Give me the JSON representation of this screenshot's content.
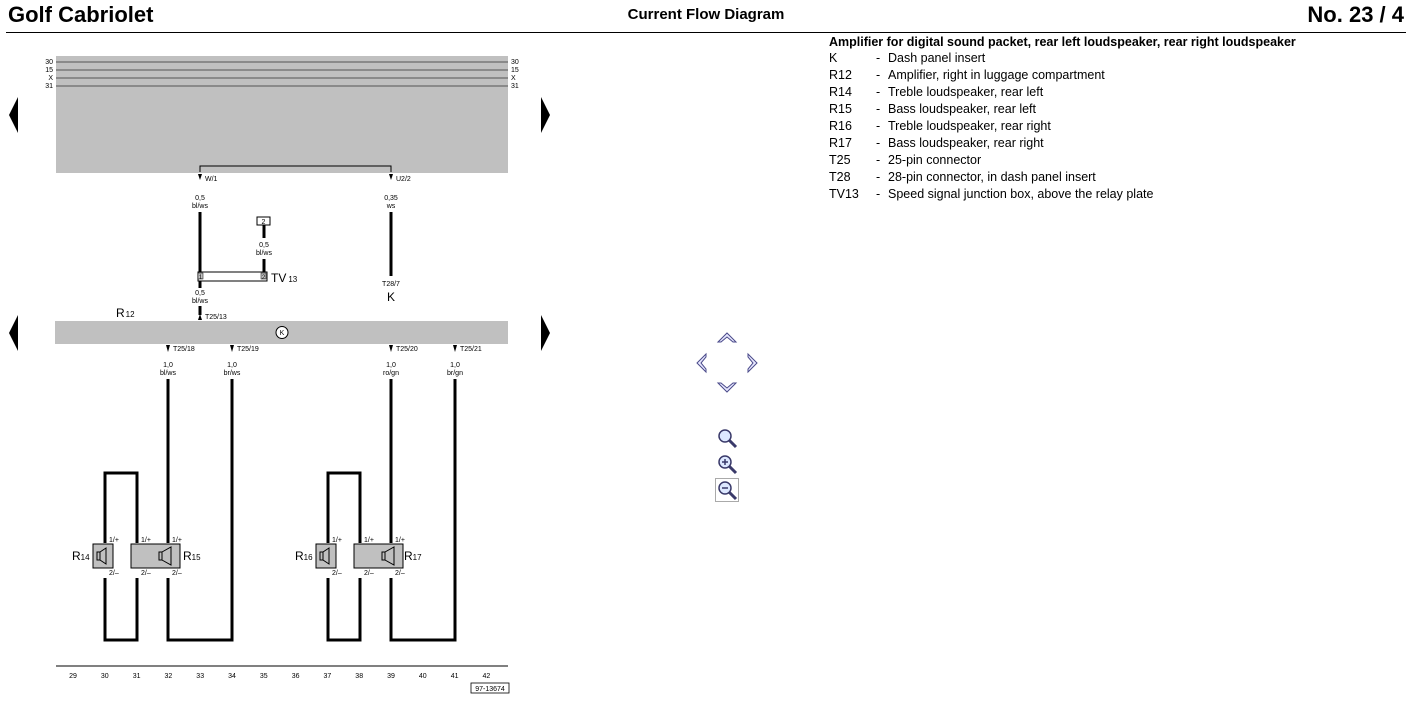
{
  "header": {
    "title": "Golf Cabriolet",
    "subtitle": "Current Flow Diagram",
    "number": "No.  23 / 4"
  },
  "legend": {
    "title": "Amplifier for digital sound packet, rear left loudspeaker, rear right loudspeaker",
    "items": [
      {
        "code": "K",
        "desc": "Dash panel insert"
      },
      {
        "code": "R12",
        "desc": "Amplifier, right in luggage compartment"
      },
      {
        "code": "R14",
        "desc": "Treble loudspeaker, rear left"
      },
      {
        "code": "R15",
        "desc": "Bass loudspeaker, rear left"
      },
      {
        "code": "R16",
        "desc": "Treble loudspeaker, rear right"
      },
      {
        "code": "R17",
        "desc": "Bass loudspeaker, rear right"
      },
      {
        "code": "T25",
        "desc": "25-pin connector"
      },
      {
        "code": "T28",
        "desc": "28-pin connector, in dash panel insert"
      },
      {
        "code": "TV13",
        "desc": "Speed signal junction box, above the relay plate"
      }
    ]
  },
  "diagram": {
    "bus_labels": [
      "30",
      "15",
      "X",
      "31"
    ],
    "upper": {
      "w1": {
        "pin": "W/1",
        "size": "0,5",
        "color": "bl/ws"
      },
      "u22": {
        "pin": "U2/2",
        "size": "0,35",
        "color": "ws"
      },
      "tv_box": "2",
      "tv_wire": {
        "size": "0,5",
        "color": "bl/ws"
      },
      "tv_pin_left": "1",
      "tv_pin_right": "2",
      "tv_label": "TV",
      "tv_sub": "13",
      "k_pin": "T28/7",
      "k_label": "K"
    },
    "r12": {
      "label": "R",
      "sub": "12",
      "in_wire": {
        "size": "0,5",
        "color": "bl/ws"
      },
      "in_pin": "T25/13",
      "ground_symbol": "K"
    },
    "outputs": [
      {
        "pin": "T25/18",
        "size": "1,0",
        "color": "bl/ws"
      },
      {
        "pin": "T25/19",
        "size": "1,0",
        "color": "br/ws"
      },
      {
        "pin": "T25/20",
        "size": "1,0",
        "color": "ro/gn"
      },
      {
        "pin": "T25/21",
        "size": "1,0",
        "color": "br/gn"
      }
    ],
    "speakers": [
      {
        "label": "R",
        "sub": "14",
        "pin_top": "1/+",
        "pin_bottom": "2/–"
      },
      {
        "label": "R",
        "sub": "15",
        "pin_top": "1/+",
        "pin_bottom": "2/–",
        "pin_top2": "1/+",
        "pin_bottom2": "2/–"
      },
      {
        "label": "R",
        "sub": "16",
        "pin_top": "1/+",
        "pin_bottom": "2/–"
      },
      {
        "label": "R",
        "sub": "17",
        "pin_top": "1/+",
        "pin_bottom": "2/–",
        "pin_top2": "1/+",
        "pin_bottom2": "2/–"
      }
    ],
    "grid_numbers": [
      "29",
      "30",
      "31",
      "32",
      "33",
      "34",
      "35",
      "36",
      "37",
      "38",
      "39",
      "40",
      "41",
      "42"
    ],
    "ref_code": "97-13674"
  },
  "colors": {
    "panel": "#c0c0c0",
    "wire": "#000000",
    "nav_fill": "#e8e8ff",
    "nav_stroke": "#4a4a8a"
  },
  "icons": [
    "nav-left-icon",
    "nav-right-icon",
    "pan-up-icon",
    "pan-down-icon",
    "pan-left-icon",
    "pan-right-icon",
    "zoom-icon",
    "zoom-in-icon",
    "zoom-out-icon"
  ]
}
